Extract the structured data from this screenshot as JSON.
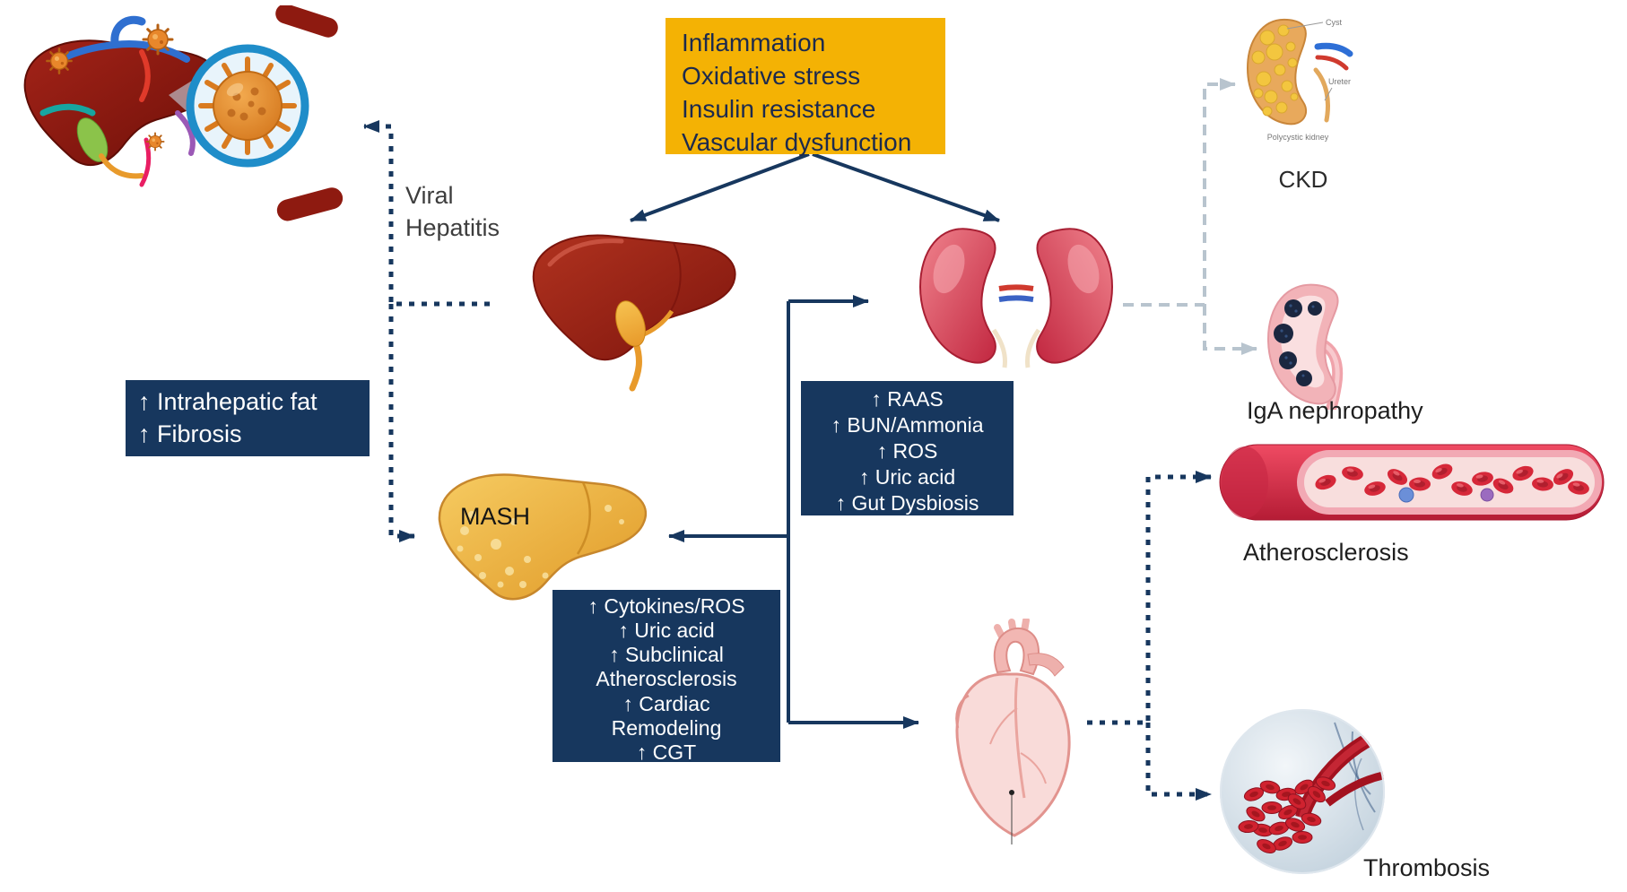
{
  "boxes": {
    "central": {
      "lines": [
        "Inflammation",
        "Oxidative stress",
        "Insulin resistance",
        "Vascular dysfunction"
      ]
    },
    "liver": {
      "lines": [
        "↑ Intrahepatic fat",
        "↑ Fibrosis"
      ]
    },
    "kidney": {
      "lines": [
        "↑ RAAS",
        "↑ BUN/Ammonia",
        "↑ ROS",
        "↑ Uric acid",
        "↑ Gut Dysbiosis"
      ]
    },
    "cardiac": {
      "lines": [
        "↑ Cytokines/ROS",
        "↑ Uric acid",
        "↑ Subclinical",
        "Atherosclerosis",
        "↑ Cardiac",
        "Remodeling",
        "↑ CGT"
      ]
    }
  },
  "labels": {
    "viral1": "Viral",
    "viral2": "Hepatitis",
    "mash": "MASH",
    "ckd": "CKD",
    "iga": "IgA nephropathy",
    "atherosclerosis": "Atherosclerosis",
    "thrombosis": "Thrombosis",
    "cyst": "Cyst",
    "ureter": "Ureter",
    "polycystic": "Polycystic kidney"
  },
  "colors": {
    "highlight_box": "#F4B204",
    "navy_box": "#17375E",
    "navy_arrow": "#17375E",
    "dashed_gray": "#B8C4CE"
  }
}
